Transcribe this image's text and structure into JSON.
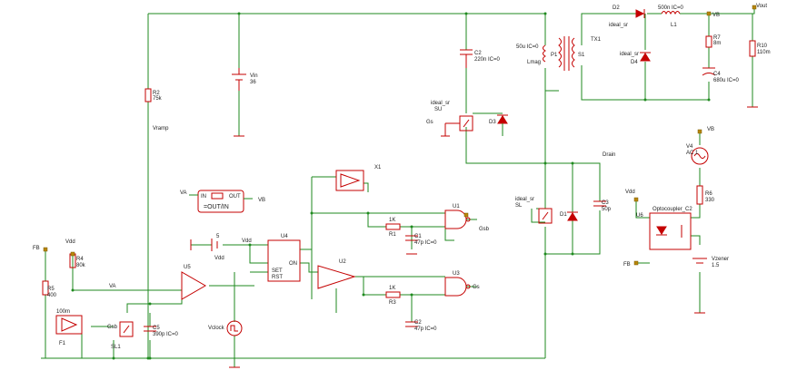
{
  "labels": {
    "vout": "Vout",
    "vb": "VB",
    "r10": "R10",
    "r10v": "110m",
    "c4": "C4",
    "c4v": "680u IC=0",
    "r7": "R7",
    "r7v": "8m",
    "l1": "L1",
    "l1v": "500n IC=0",
    "d2": "D2",
    "d2t": "ideal_sr",
    "d4": "D4",
    "d4t": "ideal_sr",
    "tx1": "TX1",
    "p1": "P1",
    "s1": "S1",
    "lmag": "Lmag",
    "lmagv": "50u IC=0",
    "c2": "C2",
    "c2v": "220n IC=0",
    "vin": "Vin",
    "vinv": "36",
    "r2": "R2",
    "r2v": "75k",
    "vramp": "Vramp",
    "su": "SU",
    "sut": "ideal_sr",
    "d3": "D3",
    "gs": "Gs",
    "x1": "X1",
    "drain": "Drain",
    "va1": "VA",
    "vb1": "VB",
    "outin": "=OUT/IN",
    "inlbl": "IN",
    "outlbl": "OUT",
    "u1": "U1",
    "r1": "R1",
    "r1v": "1K",
    "c1": "C1",
    "c1v": "47p IC=0",
    "gsb": "Gsb",
    "sl": "SL",
    "slt": "ideal_sr",
    "d1": "D1",
    "c3": "C3",
    "c3v": "50p",
    "u4": "U4",
    "set": "SET",
    "rst": "RST",
    "on": "ON",
    "vdd1": "Vdd",
    "vdd2": "Vdd",
    "five": "5",
    "vclock": "Vclock",
    "u2": "U2",
    "r3": "R3",
    "r3v": "1K",
    "c2b": "C2",
    "c2bv": "47p IC=0",
    "u3": "U3",
    "gs2": "Gs",
    "fb1": "FB",
    "vdd3": "Vdd",
    "r4": "R4",
    "r4v": "80k",
    "r5": "R5",
    "r5v": "400",
    "va2": "VA",
    "u5": "U5",
    "c5": "C5",
    "c5v": "390p IC=0",
    "sl1": "SL1",
    "gsb2": "Gsb",
    "f1": "F1",
    "f1v": "100m",
    "v4": "V4",
    "v4v": "AC 1",
    "vb2": "VB",
    "r6": "R6",
    "r6v": "330",
    "vdd4": "Vdd",
    "u6": "U6",
    "opto": "Optocoupler_C2",
    "fb2": "FB",
    "vzener": "Vzener",
    "vzv": "1.5"
  },
  "colors": {
    "wire": "#1f8a1f",
    "component": "#c40000",
    "node": "#b8860b"
  }
}
